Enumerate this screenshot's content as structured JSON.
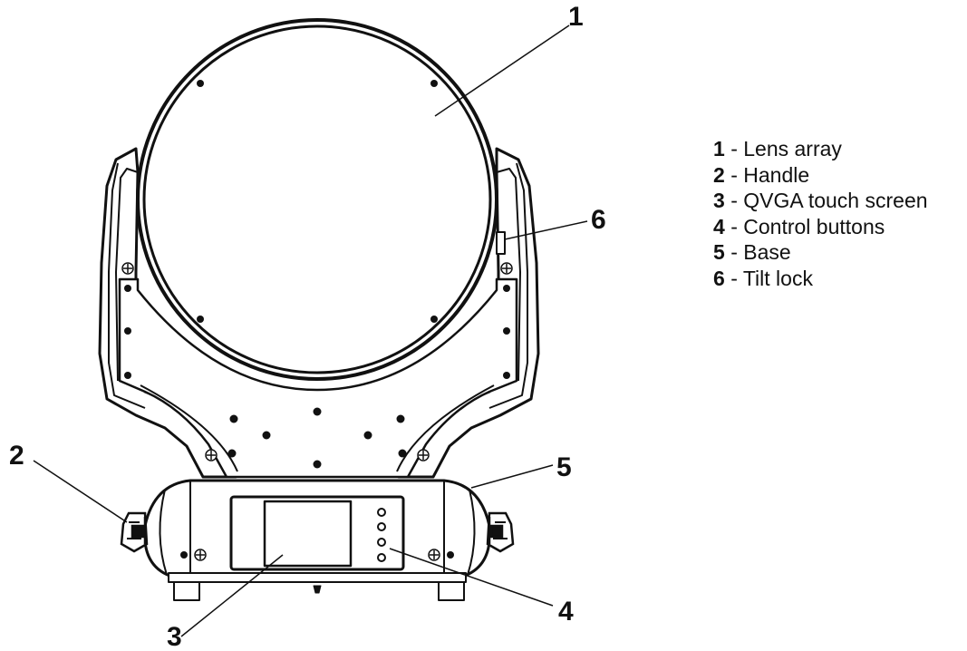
{
  "callouts": [
    {
      "id": "1",
      "label": "1"
    },
    {
      "id": "2",
      "label": "2"
    },
    {
      "id": "3",
      "label": "3"
    },
    {
      "id": "4",
      "label": "4"
    },
    {
      "id": "5",
      "label": "5"
    },
    {
      "id": "6",
      "label": "6"
    }
  ],
  "legend": {
    "separator": "-",
    "items": [
      {
        "number": "1",
        "text": "Lens array"
      },
      {
        "number": "2",
        "text": "Handle"
      },
      {
        "number": "3",
        "text": "QVGA touch screen"
      },
      {
        "number": "4",
        "text": "Control buttons"
      },
      {
        "number": "5",
        "text": "Base"
      },
      {
        "number": "6",
        "text": "Tilt lock"
      }
    ]
  }
}
